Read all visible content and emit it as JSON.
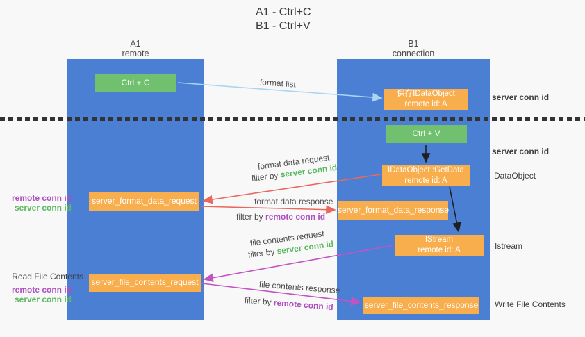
{
  "title": {
    "line1": "A1 - Ctrl+C",
    "line2": "B1 - Ctrl+V"
  },
  "lanes": {
    "left": {
      "name": "A1",
      "subtitle": "remote"
    },
    "right": {
      "name": "B1",
      "subtitle": "connection"
    }
  },
  "nodes": {
    "ctrl_c": {
      "label": "Ctrl + C"
    },
    "ctrl_v": {
      "label": "Ctrl + V"
    },
    "save_idataobject": {
      "line1": "保存IDataObject",
      "line2": "remote id: A"
    },
    "idataobject_getdata": {
      "line1": "IDataObject::GetData",
      "line2": "remote id: A"
    },
    "istream": {
      "line1": "IStream",
      "line2": "remote id: A"
    },
    "server_format_data_request": {
      "label": "server_format_data_request"
    },
    "server_format_data_response": {
      "label": "server_format_data_response"
    },
    "server_file_contents_request": {
      "label": "server_file_contents_request"
    },
    "server_file_contents_response": {
      "label": "server_file_contents_response"
    }
  },
  "arrow_labels": {
    "format_list": "format list",
    "format_data_request": "format data request",
    "format_data_response": "format data response",
    "file_contents_request": "file contents request",
    "file_contents_response": "file contents response",
    "filter_by": "filter by",
    "server_conn_id": "server conn id",
    "remote_conn_id": "remote conn id"
  },
  "side_labels": {
    "server_conn_id_top": "server conn id",
    "server_conn_id_mid": "server conn id",
    "dataobject": "DataObject",
    "istream": "Istream",
    "write_file_contents": "Write File Contents",
    "read_file_contents": "Read File Contents",
    "remote_conn_id": "remote conn id",
    "server_conn_id": "server conn id"
  },
  "colors": {
    "lane_blue": "#4b7fd4",
    "node_green": "#70c06f",
    "node_orange": "#f9ae4d",
    "arrow_red": "#e8695c",
    "arrow_magenta": "#c353c3",
    "arrow_lightblue": "#a9d5f2",
    "arrow_black": "#1f1f1f",
    "text_green": "#5cb860",
    "text_purple": "#ae4fc0"
  }
}
